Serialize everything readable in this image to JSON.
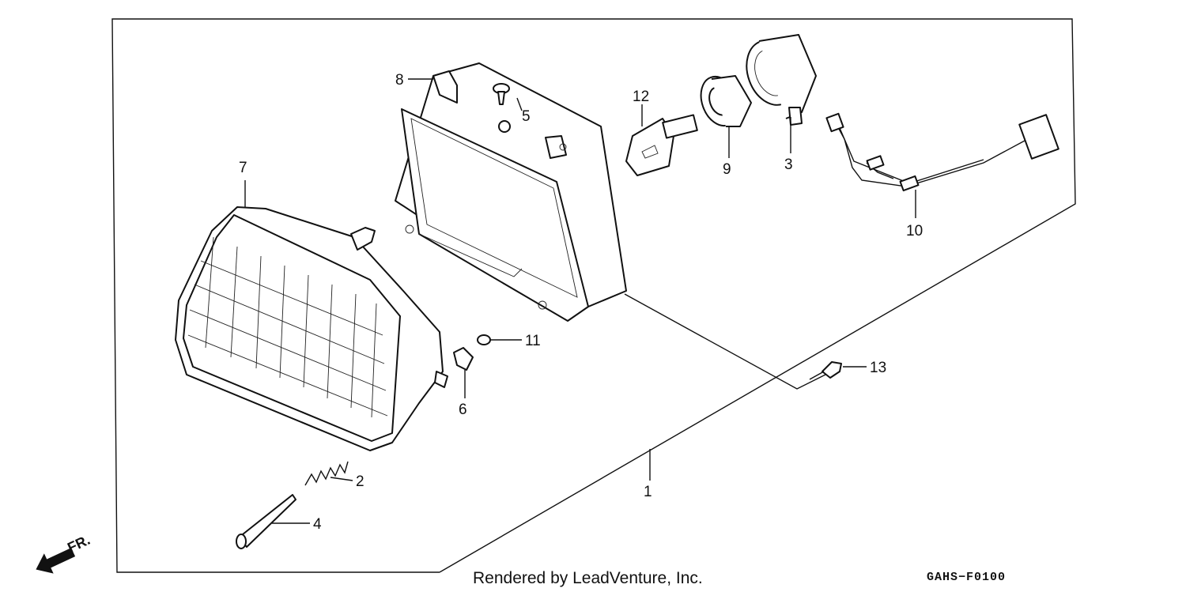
{
  "callouts": [
    {
      "id": "1",
      "text": "1"
    },
    {
      "id": "2",
      "text": "2"
    },
    {
      "id": "3",
      "text": "3"
    },
    {
      "id": "4",
      "text": "4"
    },
    {
      "id": "5",
      "text": "5"
    },
    {
      "id": "6",
      "text": "6"
    },
    {
      "id": "7",
      "text": "7"
    },
    {
      "id": "8",
      "text": "8"
    },
    {
      "id": "9",
      "text": "9"
    },
    {
      "id": "10",
      "text": "10"
    },
    {
      "id": "11",
      "text": "11"
    },
    {
      "id": "12",
      "text": "12"
    },
    {
      "id": "13",
      "text": "13"
    }
  ],
  "direction_marker": "FR.",
  "credit": "Rendered by LeadVenture, Inc.",
  "diagram_code": "GAHS−F0100",
  "icons": [
    "front-direction-arrow-icon"
  ]
}
